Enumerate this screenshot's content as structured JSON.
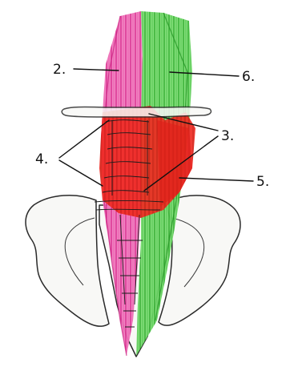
{
  "diagram": {
    "colors": {
      "muscle_left_pink": "#e0409a",
      "muscle_right_green": "#3fbf3f",
      "muscle_red": "#e8211b",
      "bone_outline": "#2a2a2a",
      "background": "#ffffff"
    },
    "labels": {
      "label_2": "2.",
      "label_6": "6.",
      "label_3": "3.",
      "label_4": "4.",
      "label_5": "5."
    }
  }
}
